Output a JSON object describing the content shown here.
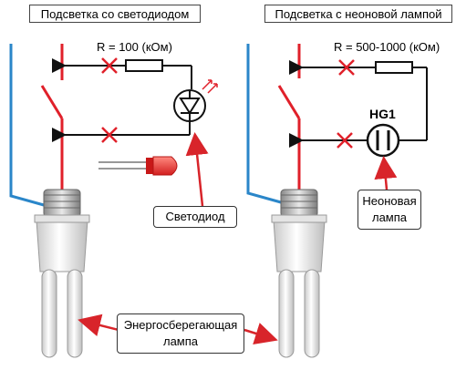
{
  "left_panel": {
    "title": "Подсветка со светодиодом",
    "resistor_label": "R = 100 (кОм)",
    "callout": "Светодиод"
  },
  "right_panel": {
    "title": "Подсветка с неоновой лампой",
    "resistor_label": "R = 500-1000 (кОм)",
    "component_label": "HG1",
    "callout_line1": "Неоновая",
    "callout_line2": "лампа"
  },
  "bottom_callout": {
    "line1": "Энергосберегающая",
    "line2": "лампа"
  },
  "colors": {
    "phase_wire": "#e0202a",
    "neutral_wire": "#2a86c9",
    "circuit_wire": "#111111",
    "cross_mark": "#e0202a",
    "arrow": "#d8242a"
  }
}
